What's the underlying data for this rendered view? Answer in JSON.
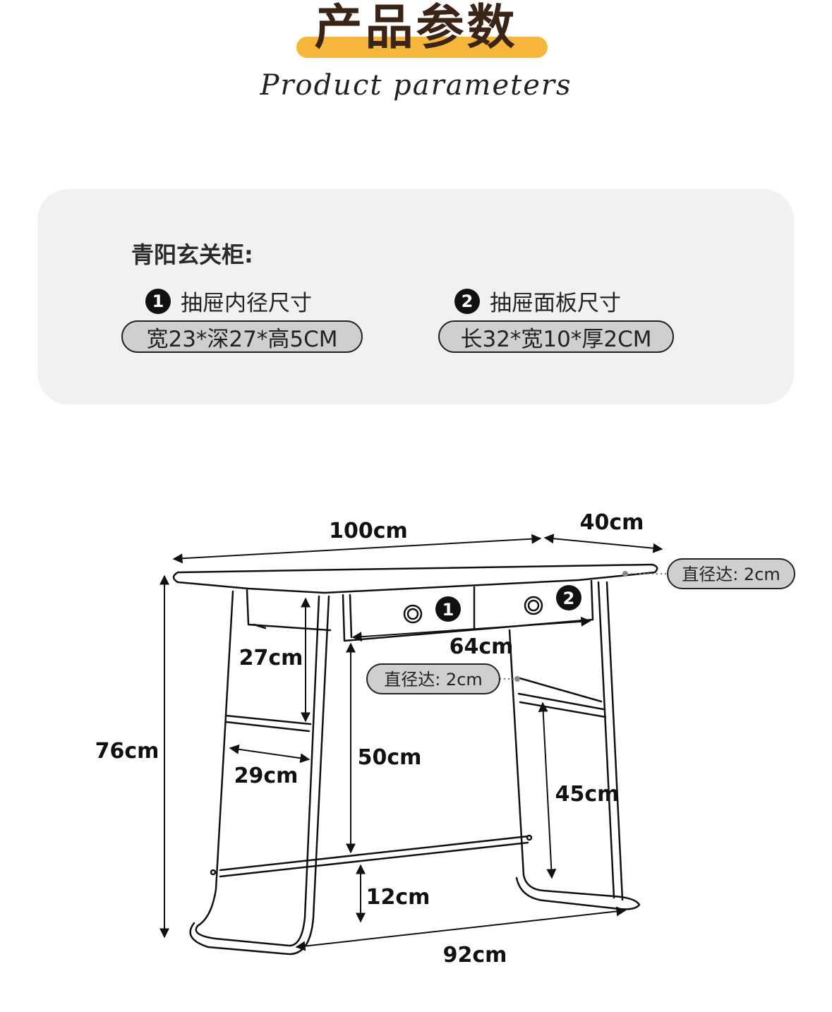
{
  "header": {
    "title": "产品参数",
    "subtitle": "Product parameters"
  },
  "panel": {
    "product_name": "青阳玄关柜:",
    "specs": [
      {
        "badge": "1",
        "label": "抽屉内径尺寸",
        "value": "宽23*深27*高5CM"
      },
      {
        "badge": "2",
        "label": "抽屉面板尺寸",
        "value": "长32*宽10*厚2CM"
      }
    ]
  },
  "diagram": {
    "dims": {
      "width": "100cm",
      "depth": "40cm",
      "drawer_width": "64cm",
      "height": "76cm",
      "side_depth": "27cm",
      "rail_span": "29cm",
      "under_drawer": "50cm",
      "right_lower": "45cm",
      "foot_height": "12cm",
      "base_width": "92cm"
    },
    "callouts": {
      "top_edge": "直径达: 2cm",
      "leg": "直径达: 2cm"
    },
    "drawer_badges": [
      "1",
      "2"
    ]
  },
  "colors": {
    "accent": "#f6b63c",
    "title": "#3a2415",
    "panel_bg": "#f1f1f1",
    "pill_bg": "#cfcfcf",
    "line": "#111111"
  }
}
